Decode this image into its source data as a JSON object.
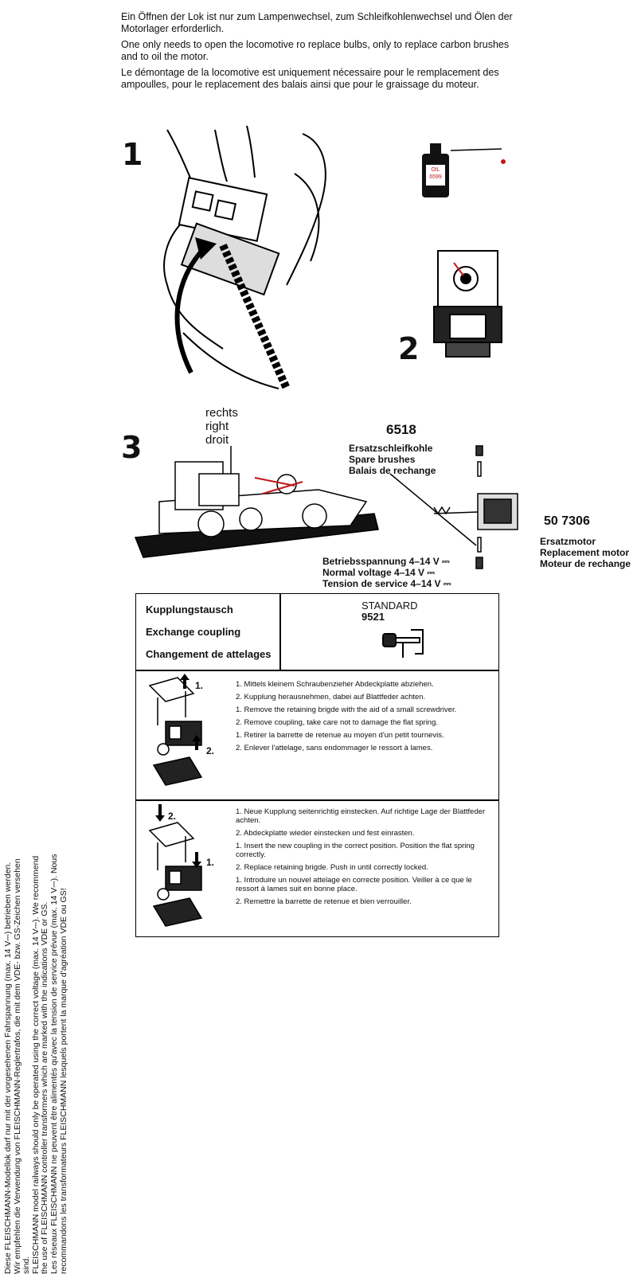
{
  "intro": {
    "de": "Ein Öffnen der Lok ist nur zum Lampenwechsel, zum Schleifkohlenwechsel und Ölen der Motorlager erforderlich.",
    "en": "One only needs to open the locomotive ro replace bulbs, only to replace carbon brushes and to oil the motor.",
    "fr": "Le démontage de la locomotive est uniquement nécessaire pour le remplacement des ampoulles, pour le replacement des balais ainsi que pour le graissage du moteur."
  },
  "steps": {
    "one": "1",
    "two": "2",
    "three": "3"
  },
  "oil_bottle": {
    "line1": "OIL",
    "line2": "6599"
  },
  "direction": {
    "de": "rechts",
    "en": "right",
    "fr": "droit"
  },
  "brushes": {
    "number": "6518",
    "de": "Ersatzschleifkohle",
    "en": "Spare brushes",
    "fr": "Balais de rechange"
  },
  "motor": {
    "number": "50 7306",
    "de": "Ersatzmotor",
    "en": "Replacement motor",
    "fr": "Moteur de rechange"
  },
  "voltage": {
    "de": "Betriebsspannung 4–14 V ⎓",
    "en": "Normal voltage 4–14 V ⎓",
    "fr": "Tension de service 4–14 V ⎓"
  },
  "side_text": {
    "de": "Diese FLEISCHMANN-Modellok darf nur mit der vorgesehenen Fahrspannung (max. 14 V⎓) betrieben werden. Wir empfehlen die Verwendung von FLEISCHMANN-Reglertrafos, die mit dem VDE- bzw. GS-Zeichen versehen sind.",
    "en": "FLEISCHMANN model railways should only be operated using the correct voltage (max. 14 V⎓). We recommend the use of FLEISCHMANN controller transformers which are marked with the indications VDE or GS.",
    "fr": "Les réseaux FLEISCHMANN ne peuvent être alimentés qu'avec la tension de service prévue (max. 14 V⎓). Nous recommandons les transformateurs FLEISCHMANN lesquels portent la marque d'agréation VDE ou GS!"
  },
  "coupling": {
    "title_de": "Kupplungstausch",
    "title_en": "Exchange coupling",
    "title_fr": "Changement de attelages",
    "standard": "STANDARD",
    "standard_number": "9521",
    "arrow1": "1.",
    "arrow2": "2.",
    "removal": {
      "de1": "1. Mittels kleinem Schraubenzieher Abdeckplatte abziehen.",
      "de2": "2. Kupplung herausnehmen, dabei auf Blattfeder achten.",
      "en1": "1. Remove the retaining brigde with the aid of a small screwdriver.",
      "en2": "2. Remove coupling, take care not to damage the flat spring.",
      "fr1": "1. Retirer la barrette de retenue au moyen d'un petit tournevis.",
      "fr2": "2. Enlever l'attelage, sans endommager le ressort à lames."
    },
    "insert": {
      "de1": "1. Neue Kupplung seitenrichtig einstecken. Auf richtige Lage der Blattfeder achten.",
      "de2": "2. Abdeckplatte wieder einstecken und fest einrasten.",
      "en1": "1. Insert the new coupling in the correct position. Position the flat spring correctly.",
      "en2": "2. Replace retaining brigde. Push in until correctly locked.",
      "fr1": "1. Introduire un nouvel attelage en correcte position. Veiller à ce que le ressort à lames suit en bonne place.",
      "fr2": "2. Remettre la barrette de retenue et bien verrouiller."
    }
  }
}
